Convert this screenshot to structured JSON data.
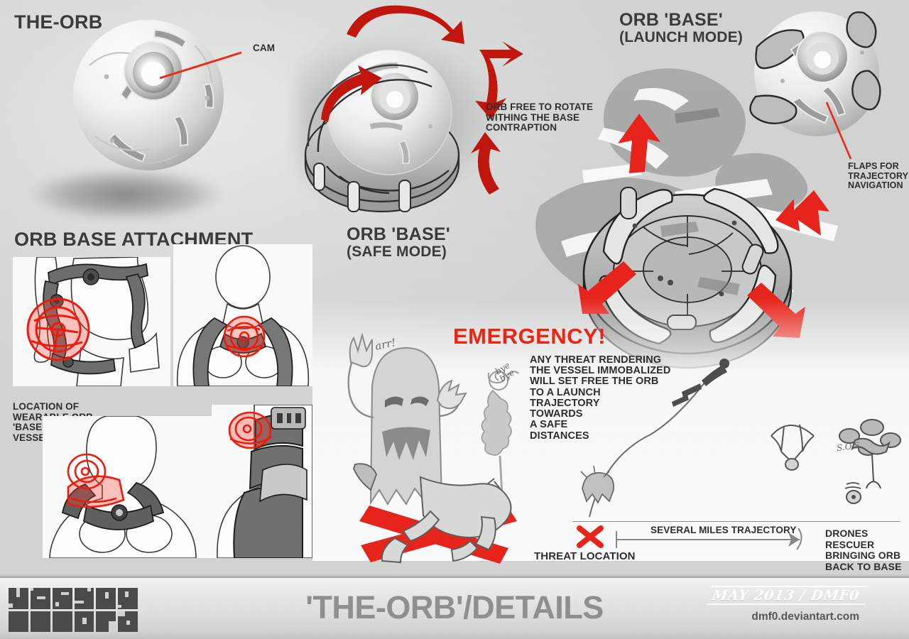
{
  "sheet": {
    "background_color": "#d9dcda",
    "accent_red": "#e8241b",
    "ink_color": "#3b3b3b"
  },
  "sections": {
    "orb": {
      "title": "THE-ORB",
      "callout_cam": "CAM"
    },
    "base_safe": {
      "title": "ORB 'BASE'",
      "subtitle": "(SAFE MODE)",
      "note": "ORB FREE TO ROTATE\nWITHING THE BASE\nCONTRAPTION"
    },
    "base_launch": {
      "title": "ORB 'BASE'",
      "subtitle": "(LAUNCH MODE)",
      "note": "FLAPS FOR\nTRAJECTORY\nNAVIGATION"
    },
    "attachment": {
      "title": "ORB BASE ATTACHMENT",
      "note": "LOCATION OF\nWEARABLE ORB\n'BASE' ON THE\nVESSEL"
    },
    "emergency": {
      "title": "EMERGENCY!",
      "body": "ANY THREAT RENDERING\nTHE VESSEL IMMOBALIZED\nWILL SET FREE THE ORB\nTO A LAUNCH\nTRAJECTORY\nTOWARDS\nA SAFE\nDISTANCES",
      "ghost_sound": "arr!",
      "orb_farewell": "bye\nbye",
      "drone_signal": "S.O.S"
    },
    "trajectory": {
      "threat_label": "THREAT LOCATION",
      "axis_label": "SEVERAL MILES TRAJECTORY",
      "end_label": "DRONES RESCUER\nBRINGING ORB\nBACK TO BASE"
    }
  },
  "footer": {
    "title": "'THE-ORB'/DETAILS",
    "credit_script": "MAY 2013 / DMF0",
    "credit_url": "dmf0.deviantart.com",
    "logo_alt": "HERZOG"
  }
}
